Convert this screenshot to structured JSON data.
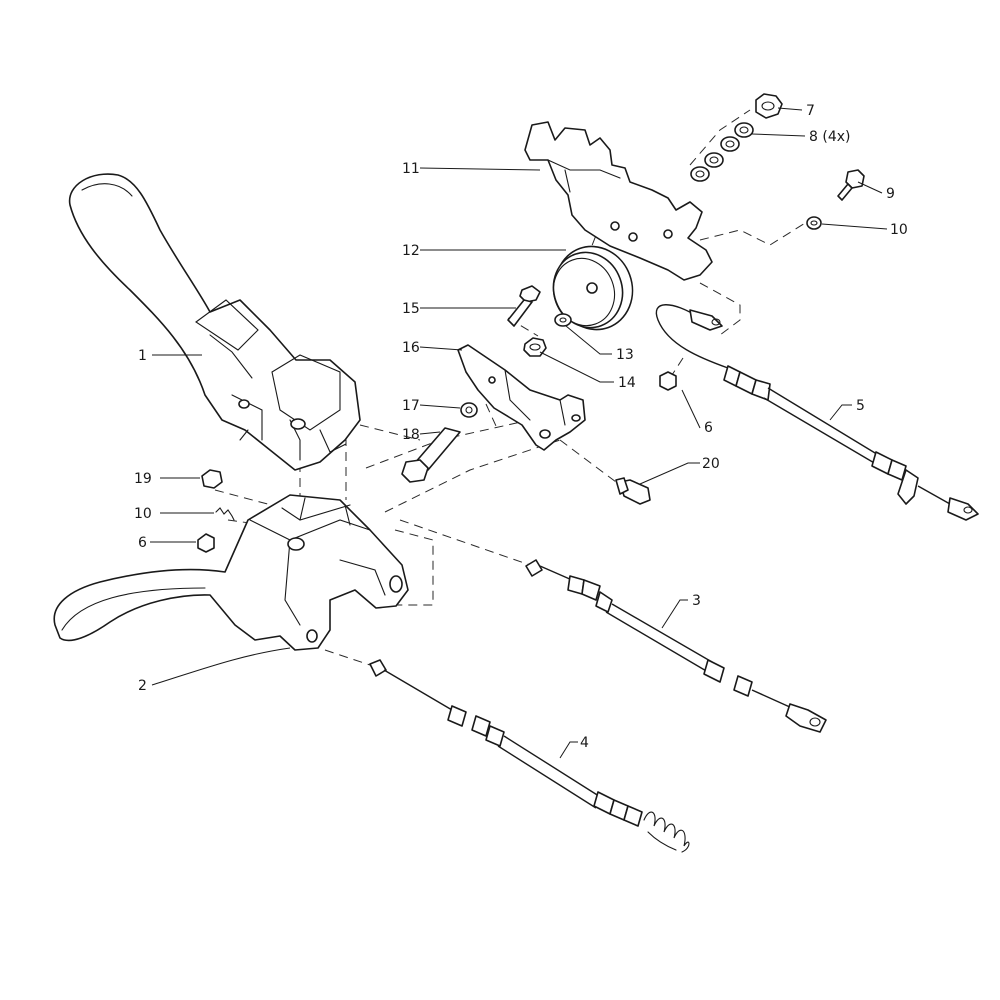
{
  "diagram": {
    "callouts": [
      {
        "id": "c1",
        "text": "1"
      },
      {
        "id": "c2",
        "text": "2"
      },
      {
        "id": "c3",
        "text": "3"
      },
      {
        "id": "c4",
        "text": "4"
      },
      {
        "id": "c5",
        "text": "5"
      },
      {
        "id": "c6a",
        "text": "6"
      },
      {
        "id": "c6b",
        "text": "6"
      },
      {
        "id": "c7",
        "text": "7"
      },
      {
        "id": "c8",
        "text": "8 (4x)"
      },
      {
        "id": "c9",
        "text": "9"
      },
      {
        "id": "c10a",
        "text": "10"
      },
      {
        "id": "c10b",
        "text": "10"
      },
      {
        "id": "c11",
        "text": "11"
      },
      {
        "id": "c12",
        "text": "12"
      },
      {
        "id": "c13",
        "text": "13"
      },
      {
        "id": "c14",
        "text": "14"
      },
      {
        "id": "c15",
        "text": "15"
      },
      {
        "id": "c16",
        "text": "16"
      },
      {
        "id": "c17",
        "text": "17"
      },
      {
        "id": "c18",
        "text": "18"
      },
      {
        "id": "c19",
        "text": "19"
      },
      {
        "id": "c20",
        "text": "20"
      }
    ]
  }
}
